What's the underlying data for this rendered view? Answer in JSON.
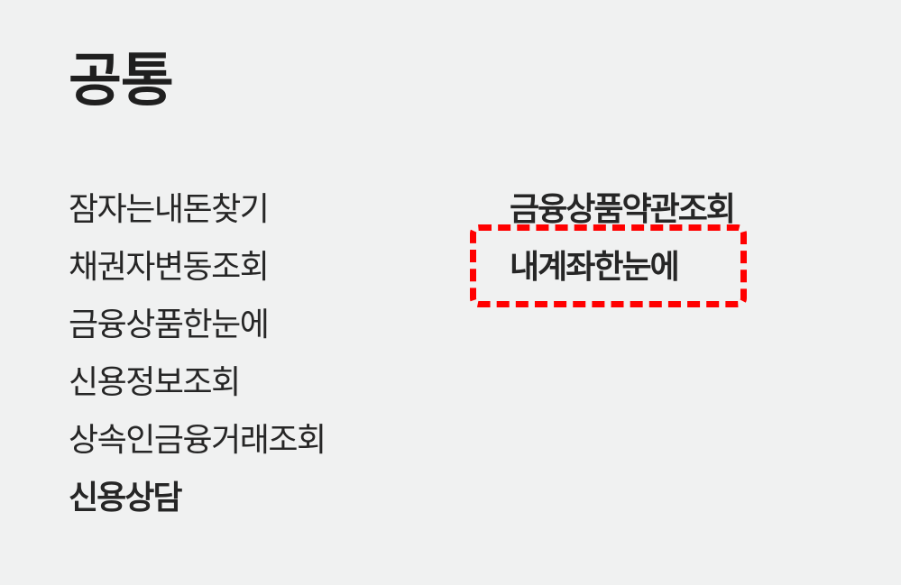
{
  "section": {
    "title": "공통"
  },
  "left_menu": {
    "items": [
      {
        "label": "잠자는내돈찾기"
      },
      {
        "label": "채권자변동조회"
      },
      {
        "label": "금융상품한눈에"
      },
      {
        "label": "신용정보조회"
      },
      {
        "label": "상속인금융거래조회"
      },
      {
        "label": "신용상담"
      }
    ]
  },
  "right_menu": {
    "items": [
      {
        "label": "금융상품약관조회"
      },
      {
        "label": "내계좌한눈에"
      }
    ]
  },
  "highlight": {
    "color": "#ff0000",
    "target": "내계좌한눈에"
  }
}
